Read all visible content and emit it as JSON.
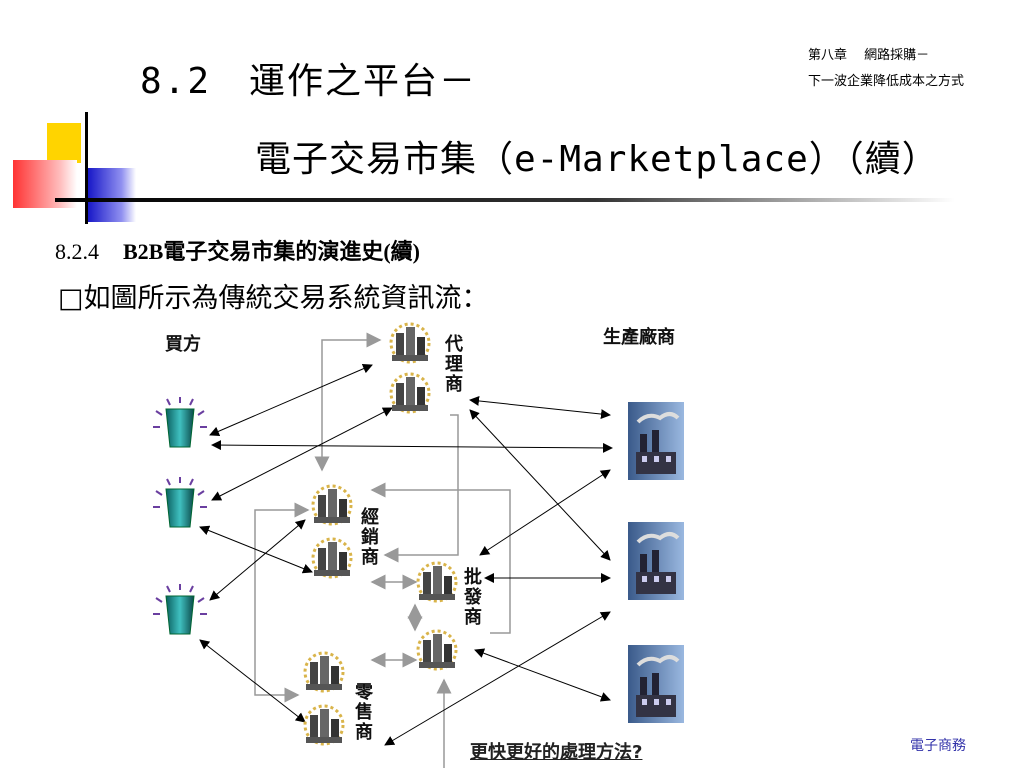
{
  "slide": {
    "title_line1": "8.2　運作之平台－",
    "title_line2": "電子交易市集（e-Marketplace）（續）",
    "header_line1": "第八章　 網路採購－",
    "header_line2": "下一波企業降低成本之方式",
    "section_number": "8.2.4",
    "section_title": "B2B電子交易市集的演進史(續)",
    "bullet_text": "□如圖所示為傳統交易系統資訊流：",
    "footer": "電子商務"
  },
  "diagram": {
    "buyer_label": "買方",
    "manufacturer_label": "生產廠商",
    "agent_label": "代理商",
    "distributor_label": "經銷商",
    "wholesaler_label": "批發商",
    "retailer_label": "零售商",
    "bottom_caption": "更快更好的處理方法?"
  },
  "colors": {
    "accent_yellow": "#ffd400",
    "accent_red": "#ff3333",
    "accent_blue": "#1818c8",
    "footer_text": "#3333aa"
  }
}
